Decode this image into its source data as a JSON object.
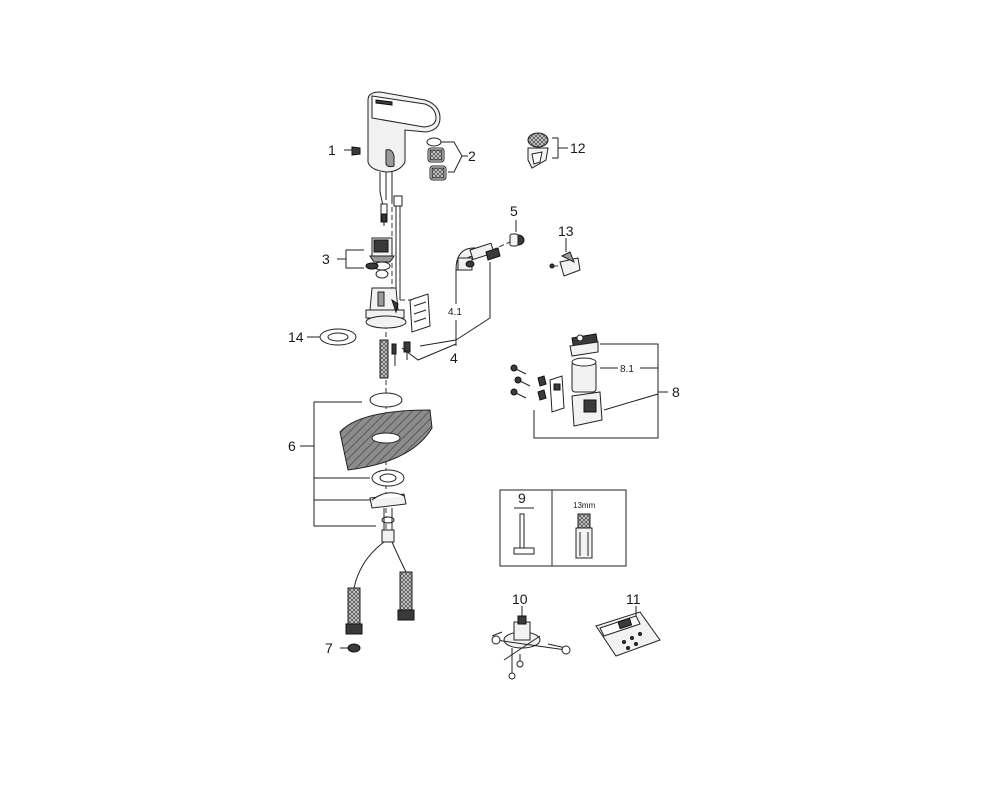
{
  "diagram": {
    "callouts": {
      "p1": "1",
      "p2": "2",
      "p3": "3",
      "p4": "4",
      "p4_1": "4.1",
      "p5": "5",
      "p6": "6",
      "p7": "7",
      "p8": "8",
      "p8_1": "8.1",
      "p9": "9",
      "p10": "10",
      "p11": "11",
      "p12": "12",
      "p13": "13",
      "p14": "14"
    },
    "tool_box": {
      "size_label": "13mm"
    }
  },
  "colors": {
    "line": "#222222",
    "part_fill": "#f2f2f2",
    "dark_fill": "#3a3a3a",
    "background": "#ffffff"
  }
}
